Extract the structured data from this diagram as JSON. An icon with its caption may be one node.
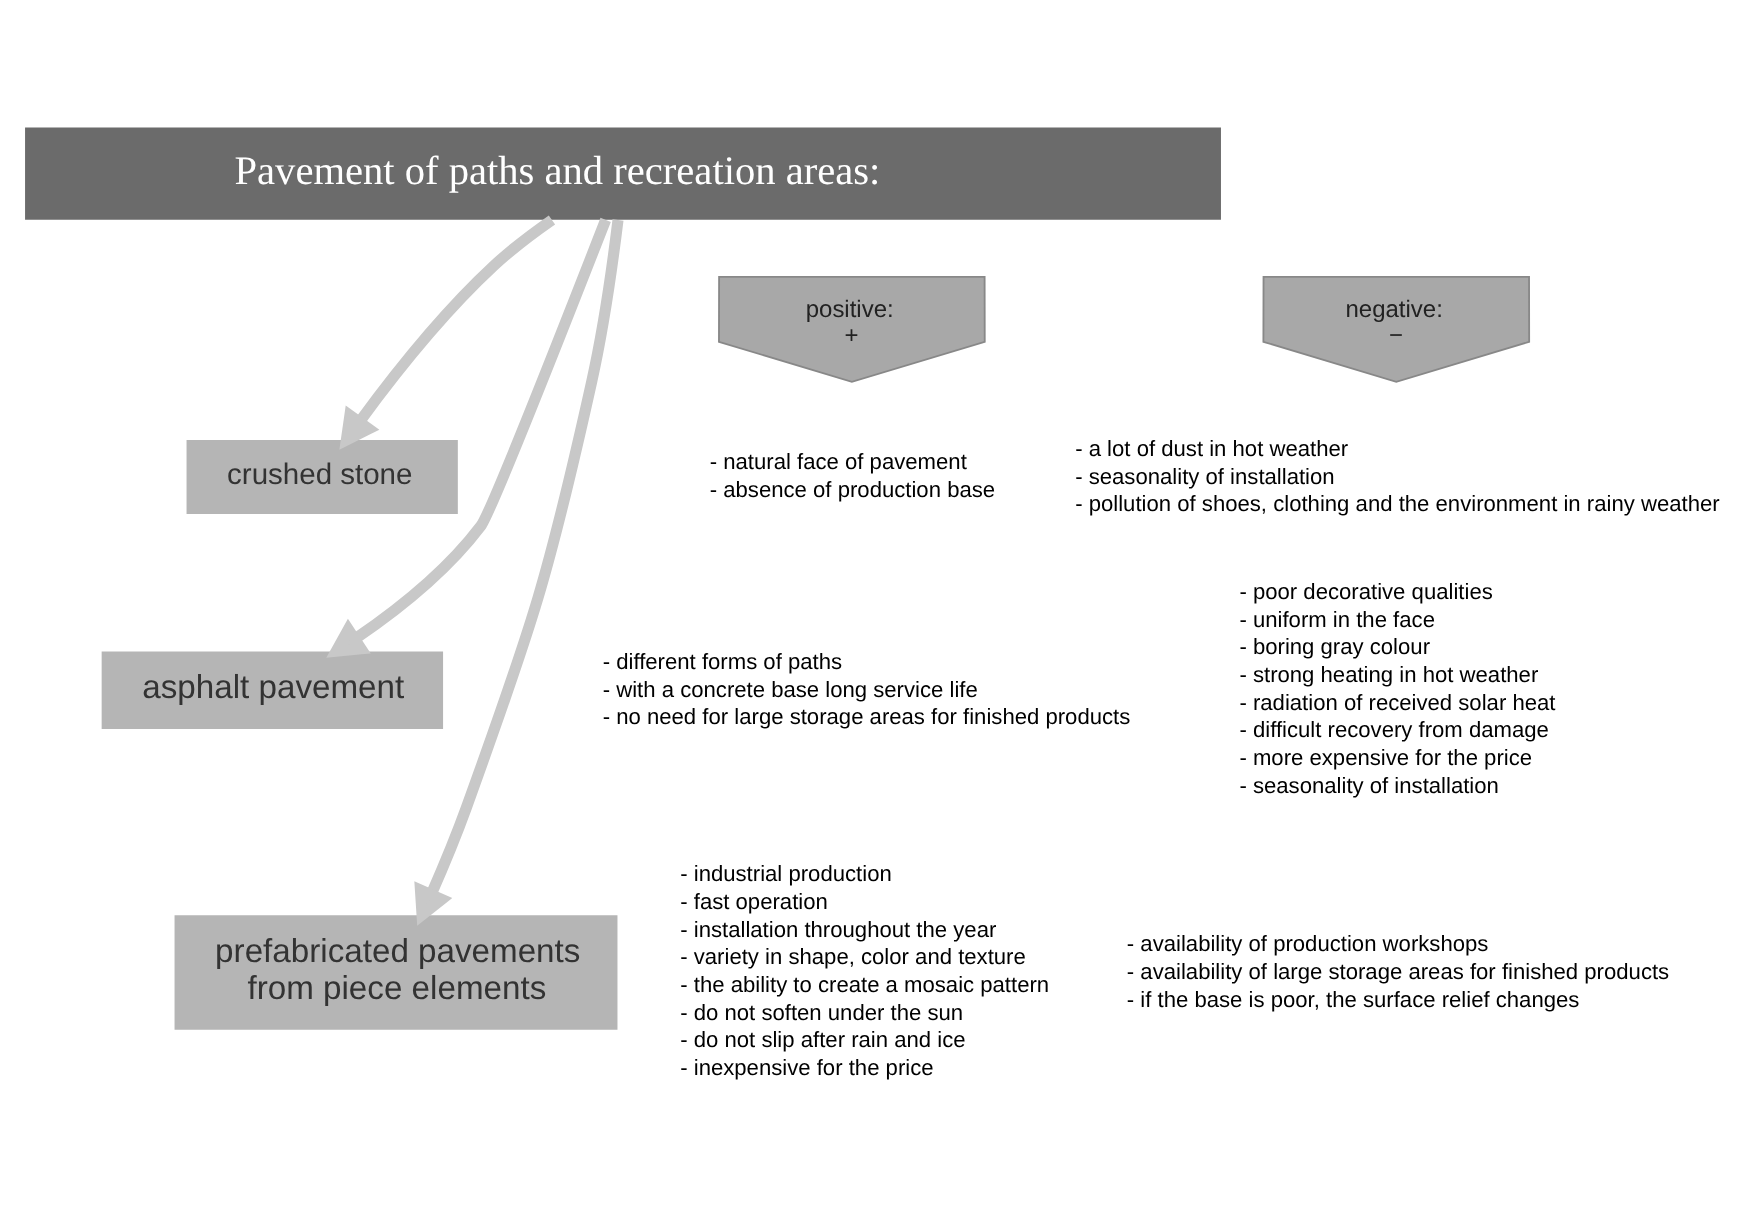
{
  "diagram": {
    "nodes": [
      {
        "text": [
          "Pavement of paths and recreation areas:"
        ]
      },
      {
        "text": [
          "positive:",
          "+"
        ]
      },
      {
        "text": [
          "negative:",
          "−"
        ]
      },
      {
        "text": [
          "crushed stone"
        ]
      },
      {
        "text": [
          "asphalt pavement"
        ]
      },
      {
        "text": [
          "prefabricated pavements from piece elements"
        ]
      }
    ],
    "edges": [
      {
        "from": 0,
        "to": 3,
        "arrow": "to"
      },
      {
        "from": 0,
        "to": 4,
        "arrow": "to"
      },
      {
        "from": 0,
        "to": 5,
        "arrow": "to"
      }
    ],
    "labels": [
      "- natural face of pavement",
      "- absence of production base",
      "- a lot of dust in hot weather",
      "- seasonality of installation",
      "- pollution of shoes, clothing and the environment in rainy weather",
      "- different forms of paths",
      "- with a concrete base long service life",
      "- no need for large storage areas for finished products",
      "- poor decorative qualities",
      "- uniform in the face",
      "- boring gray colour",
      "- strong heating in hot weather",
      "- radiation of received solar heat",
      "- difficult recovery from damage",
      "- more expensive for the price",
      "- seasonality of installation",
      "- industrial production",
      "- fast operation",
      "- installation throughout the year",
      "- variety in shape, color and texture",
      "- the ability to create a mosaic pattern",
      "- do not soften under the sun",
      "- do not slip after rain and ice",
      "- inexpensive for the price",
      "- availability of production workshops",
      "- availability of large storage areas for finished products",
      "- if the base is poor, the surface relief changes"
    ]
  }
}
